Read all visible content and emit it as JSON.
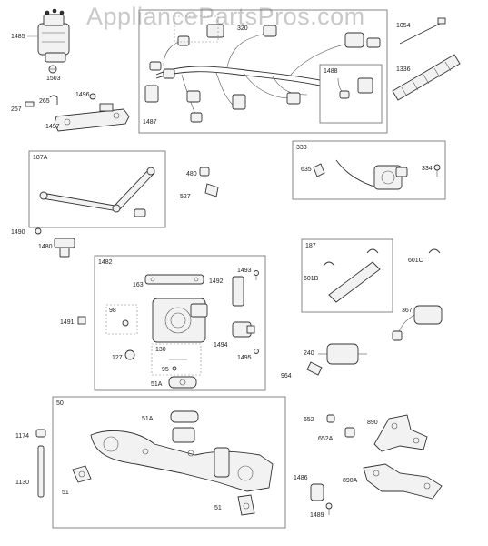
{
  "watermark": "AppliancePartsPros.com",
  "labels": {
    "l1485": "1485",
    "l1503": "1503",
    "l267": "267",
    "l265": "265",
    "l1496": "1496",
    "l1497": "1497",
    "l320": "320",
    "l1487": "1487",
    "l1488": "1488",
    "l1054": "1054",
    "l1336": "1336",
    "l187A": "187A",
    "l480": "480",
    "l527": "527",
    "l1490": "1490",
    "l1480": "1480",
    "l333": "333",
    "l635": "635",
    "l334": "334",
    "l1482": "1482",
    "l163": "163",
    "l1492": "1492",
    "l1493": "1493",
    "l98": "98",
    "l1491": "1491",
    "l1494": "1494",
    "l1495": "1495",
    "l127": "127",
    "l130": "130",
    "l95": "95",
    "l51A_top": "51A",
    "l187": "187",
    "l601B": "601B",
    "l601C": "601C",
    "l367": "367",
    "l240": "240",
    "l964": "964",
    "l50": "50",
    "l51A_mid": "51A",
    "l51_left": "51",
    "l51_bottom": "51",
    "l1174": "1174",
    "l1130": "1130",
    "l652": "652",
    "l652A": "652A",
    "l890": "890",
    "l890A": "890A",
    "l1486": "1486",
    "l1489": "1489"
  }
}
